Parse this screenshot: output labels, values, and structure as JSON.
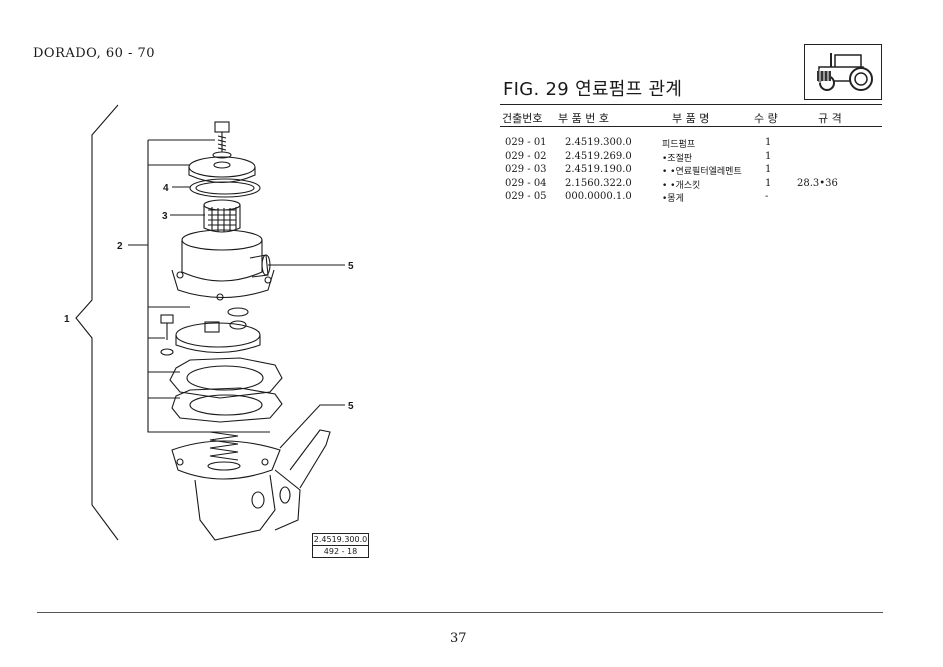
{
  "header": {
    "model": "DORADO, 60 - 70"
  },
  "figure": {
    "title": "FIG. 29 연료펌프 관계"
  },
  "table": {
    "headers": {
      "ref_no": "건출번호",
      "part_no": "부 품 번 호",
      "part_name": "부 품 명",
      "quantity": "수 량",
      "spec": "규 격"
    },
    "rows": [
      {
        "ref_no": "029 - 01",
        "part_no": "2.4519.300.0",
        "name": "피드펌프",
        "qty": "1",
        "spec": ""
      },
      {
        "ref_no": "029 - 02",
        "part_no": "2.4519.269.0",
        "name": "•조절판",
        "qty": "1",
        "spec": ""
      },
      {
        "ref_no": "029 - 03",
        "part_no": "2.4519.190.0",
        "name": "• •연료필터엘레멘트",
        "qty": "1",
        "spec": ""
      },
      {
        "ref_no": "029 - 04",
        "part_no": "2.1560.322.0",
        "name": "• •개스킷",
        "qty": "1",
        "spec": "28.3•36"
      },
      {
        "ref_no": "029 - 05",
        "part_no": "000.0000.1.0",
        "name": "•몽게",
        "qty": "-",
        "spec": ""
      }
    ]
  },
  "diagram": {
    "callouts": {
      "c1": "1",
      "c2": "2",
      "c3": "3",
      "c4": "4",
      "c5a": "5",
      "c5b": "5"
    },
    "part_label": {
      "part_number": "2.4519.300.0",
      "code": "492 - 18"
    }
  },
  "footer": {
    "page_number": "37"
  }
}
